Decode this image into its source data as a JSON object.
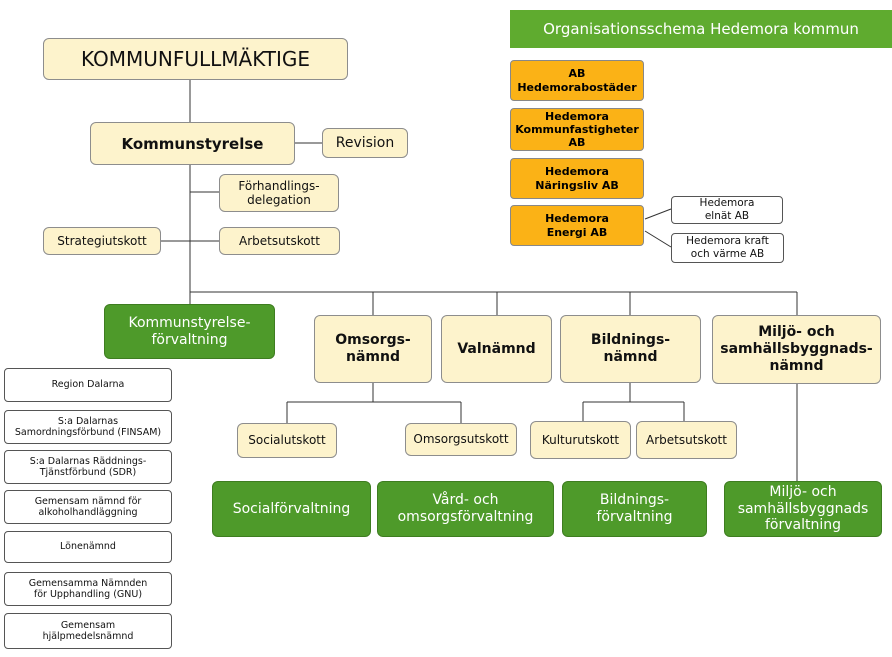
{
  "title": "Organisationsschema Hedemora kommun",
  "colors": {
    "banner": "#5fab2f",
    "cream": "#fdf3cc",
    "green": "#4e9a2a",
    "orange": "#fbb216"
  },
  "top": {
    "fullmaktige": "KOMMUNFULLMÄKTIGE",
    "styrelse": "Kommunstyrelse",
    "revision": "Revision"
  },
  "ks_units": {
    "forhandling": "Förhandlings-\ndelegation",
    "strategi": "Strategiutskott",
    "arbetsutskott": "Arbetsutskott"
  },
  "companies": {
    "bostader": "AB\nHedemorabostäder",
    "fastigheter": "Hedemora\nKommunfastigheter\nAB",
    "naringsliv": "Hedemora\nNäringsliv AB",
    "energi": "Hedemora\nEnergi AB",
    "elnat": "Hedemora\nelnät AB",
    "kraft": "Hedemora kraft\noch värme AB"
  },
  "boards": {
    "ks_forvaltning": "Kommunstyrelse-\nförvaltning",
    "omsorg": "Omsorgs-\nnämnd",
    "val": "Valnämnd",
    "bildning": "Bildnings-\nnämnd",
    "miljo": "Miljö- och\nsamhällsbyggnads-\nnämnd"
  },
  "committees": {
    "social": "Socialutskott",
    "omsorg": "Omsorgsutskott",
    "kultur": "Kulturutskott",
    "arbets": "Arbetsutskott"
  },
  "administrations": {
    "social": "Socialförvaltning",
    "vard": "Vård- och\nomsorgsförvaltning",
    "bildning": "Bildnings-\nförvaltning",
    "miljo": "Miljö- och\nsamhällsbyggnads\nförvaltning"
  },
  "joint": [
    "Region Dalarna",
    "S:a Dalarnas\nSamordningsförbund (FINSAM)",
    "S:a Dalarnas Räddnings-\nTjänstförbund (SDR)",
    "Gemensam nämnd för\nalkoholhandläggning",
    "Lönenämnd",
    "Gemensamma Nämnden\nför Upphandling (GNU)",
    "Gemensam\nhjälpmedelsnämnd"
  ]
}
